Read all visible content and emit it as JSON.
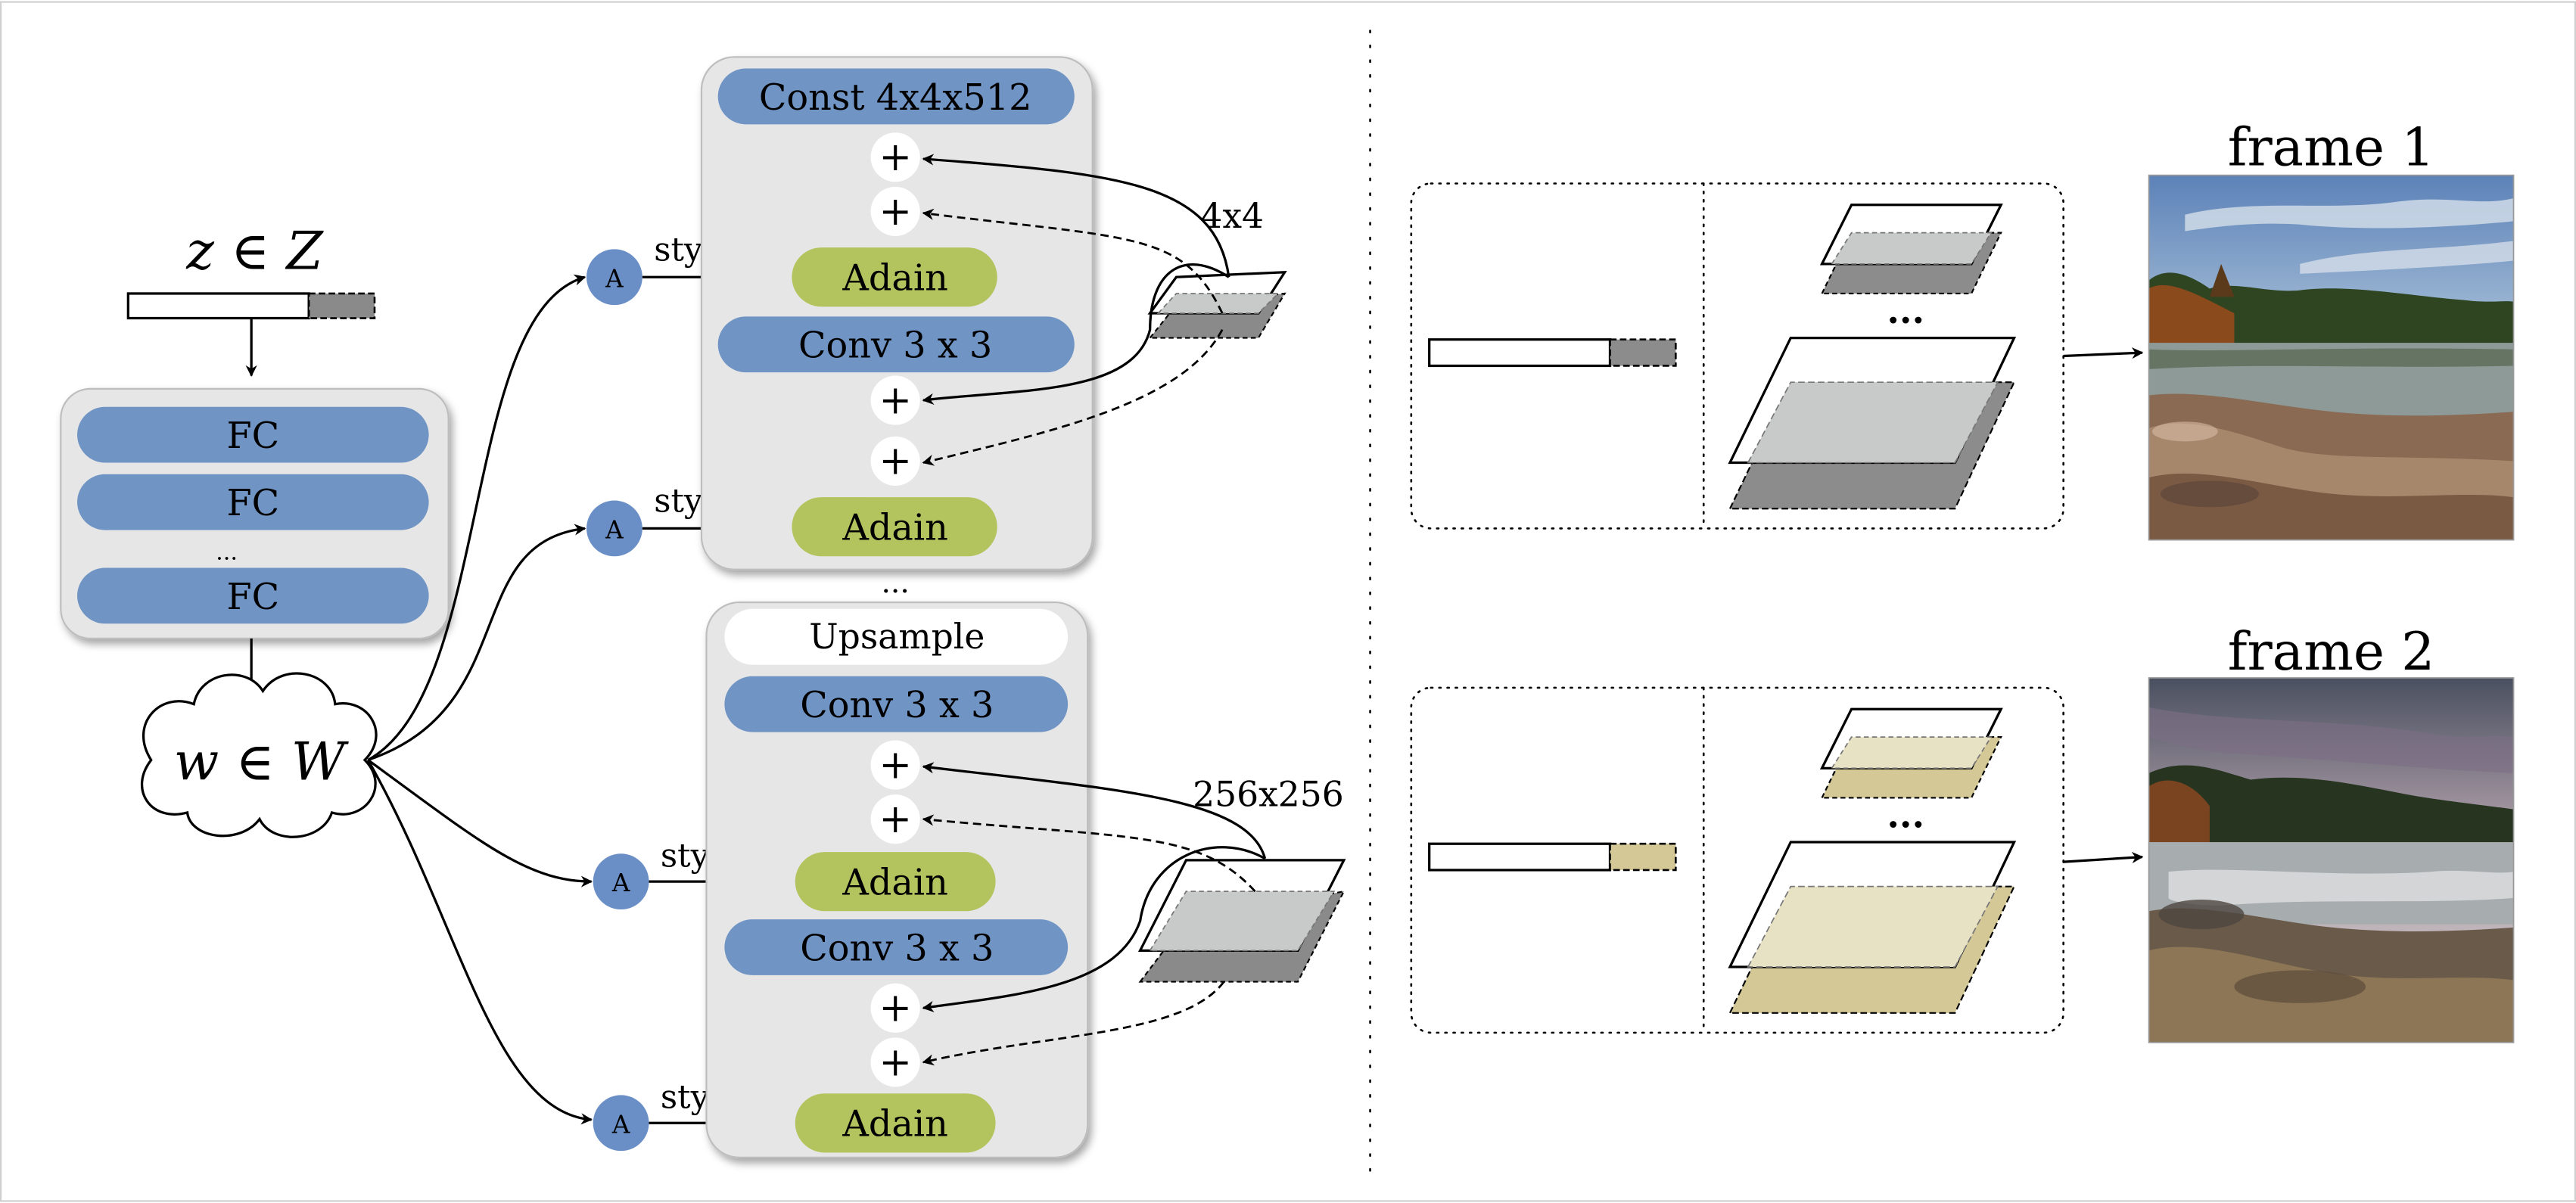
{
  "latent": {
    "z_label": "z ∈ Z",
    "w_label": "w ∈ W"
  },
  "mapping": {
    "fc1": "FC",
    "fc2": "FC",
    "dots": "...",
    "fc3": "FC"
  },
  "style_block": {
    "a_label": "A",
    "style_label": "style"
  },
  "synthesis_top": {
    "const_label": "Const 4x4x512",
    "adain_label": "Adain",
    "conv_label": "Conv 3 x 3",
    "plus_label": "+",
    "noise_size": "4x4"
  },
  "between_dots": "...",
  "synthesis_bottom": {
    "upsample_label": "Upsample",
    "conv_label": "Conv 3 x 3",
    "adain_label": "Adain",
    "plus_label": "+",
    "noise_size": "256x256"
  },
  "frames": [
    {
      "title": "frame 1",
      "dots": "...",
      "accent": "#8c8c8c",
      "light": "#c8cac9"
    },
    {
      "title": "frame 2",
      "dots": "...",
      "accent": "#d4c896",
      "light": "#e8e2c4"
    }
  ],
  "colors": {
    "blue_block": "#7094c4",
    "green_block": "#b3c45e",
    "a_node": "#6a8fc6",
    "panel_bg": "#e6e6e6"
  }
}
